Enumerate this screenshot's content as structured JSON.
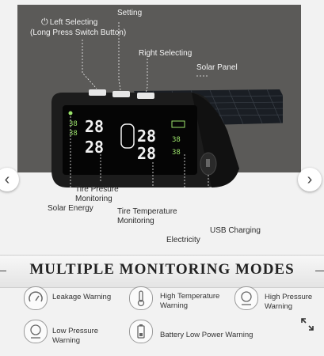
{
  "image": {
    "callouts": {
      "left_selecting_line1": "Left Selecting",
      "left_selecting_line2": "(Long Press Switch Button)",
      "setting": "Setting",
      "right_selecting": "Right Selecting",
      "solar_panel": "Solar Panel",
      "tire_pressure_line1": "Tire Presure",
      "tire_pressure_line2": "Monitoring",
      "solar_energy": "Solar Energy",
      "tire_temperature_line1": "Tire Temperature",
      "tire_temperature_line2": "Monitoring",
      "electricity": "Electricity",
      "usb_charging": "USB Charging"
    },
    "display": {
      "left_small_top": "38",
      "left_small_bottom": "38",
      "center_left_top": "28",
      "center_left_bottom": "28",
      "center_right_top": "28",
      "center_right_bottom": "28",
      "right_small_top": "38",
      "right_small_bottom": "38"
    },
    "power_glyph": "⏻"
  },
  "nav": {
    "prev_symbol": "‹",
    "next_symbol": "›"
  },
  "banner": {
    "title": "MULTIPLE MONITORING MODES"
  },
  "features": {
    "leakage": "Leakage Warning",
    "high_temp_line1": "High Temperature",
    "high_temp_line2": "Warning",
    "high_pressure_line1": "High Pressure",
    "high_pressure_line2": "Warning",
    "low_pressure_line1": "Low Pressure",
    "low_pressure_line2": "Warning",
    "battery": "Battery Low Power Warning"
  },
  "colors": {
    "panel": "#5b5a58",
    "device_body": "#1c1c1c",
    "lcd_green": "#9be36a",
    "lcd_white": "#f2f2f2",
    "banner_text": "#222222"
  }
}
